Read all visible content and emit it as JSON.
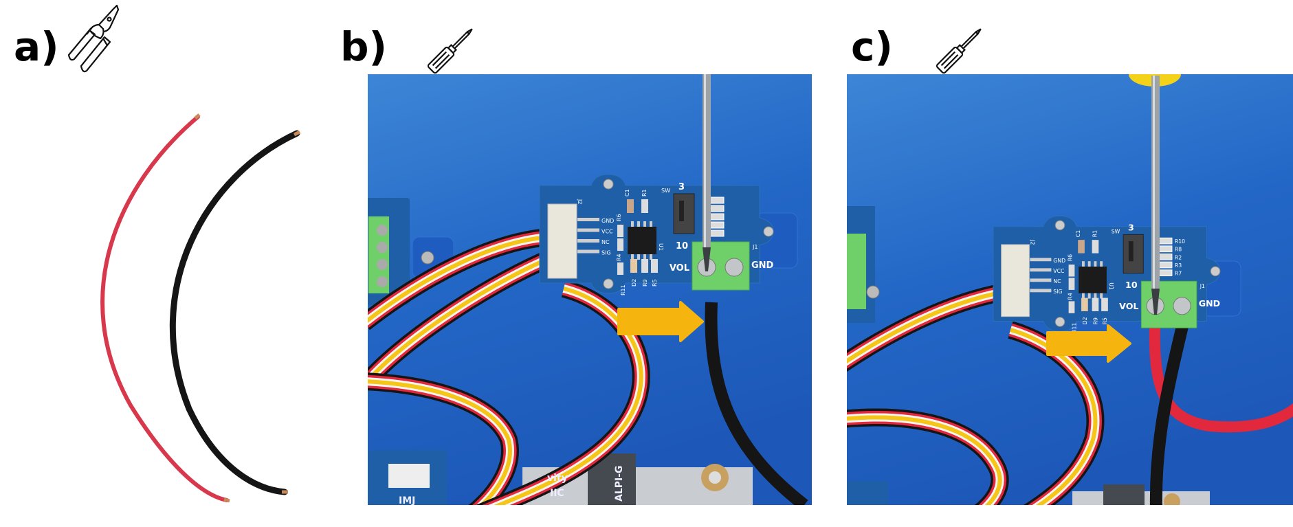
{
  "panels": [
    {
      "label": "a)",
      "tool_icon": "wire-stripper-pliers-icon"
    },
    {
      "label": "b)",
      "tool_icon": "screwdriver-icon"
    },
    {
      "label": "c)",
      "tool_icon": "screwdriver-icon"
    }
  ],
  "board": {
    "connector": "J2",
    "pins": [
      "GND",
      "VCC",
      "NC",
      "SIG"
    ],
    "chip": "U1",
    "parts_top": [
      "C1",
      "R1",
      "R6"
    ],
    "parts_bottom": [
      "R4",
      "R11",
      "D2",
      "R9",
      "R5"
    ],
    "switch": "SW",
    "switch_top": "3",
    "switch_bottom": "10",
    "terminal": "J1",
    "terminal_left": "VOL",
    "terminal_right": "GND",
    "resistor_bank": [
      "R10",
      "R8",
      "R2",
      "R3",
      "R7"
    ]
  },
  "background_board_text": [
    "IMJ",
    "vity",
    "IIC",
    "ALPI-G"
  ],
  "colors": {
    "table_blue": "#2366c8",
    "pcb_blue": "#1f5fa8",
    "terminal_green": "#6fd06a",
    "arrow_orange": "#f6b50e",
    "wire_red": "#d8384c",
    "wire_black": "#151515"
  }
}
